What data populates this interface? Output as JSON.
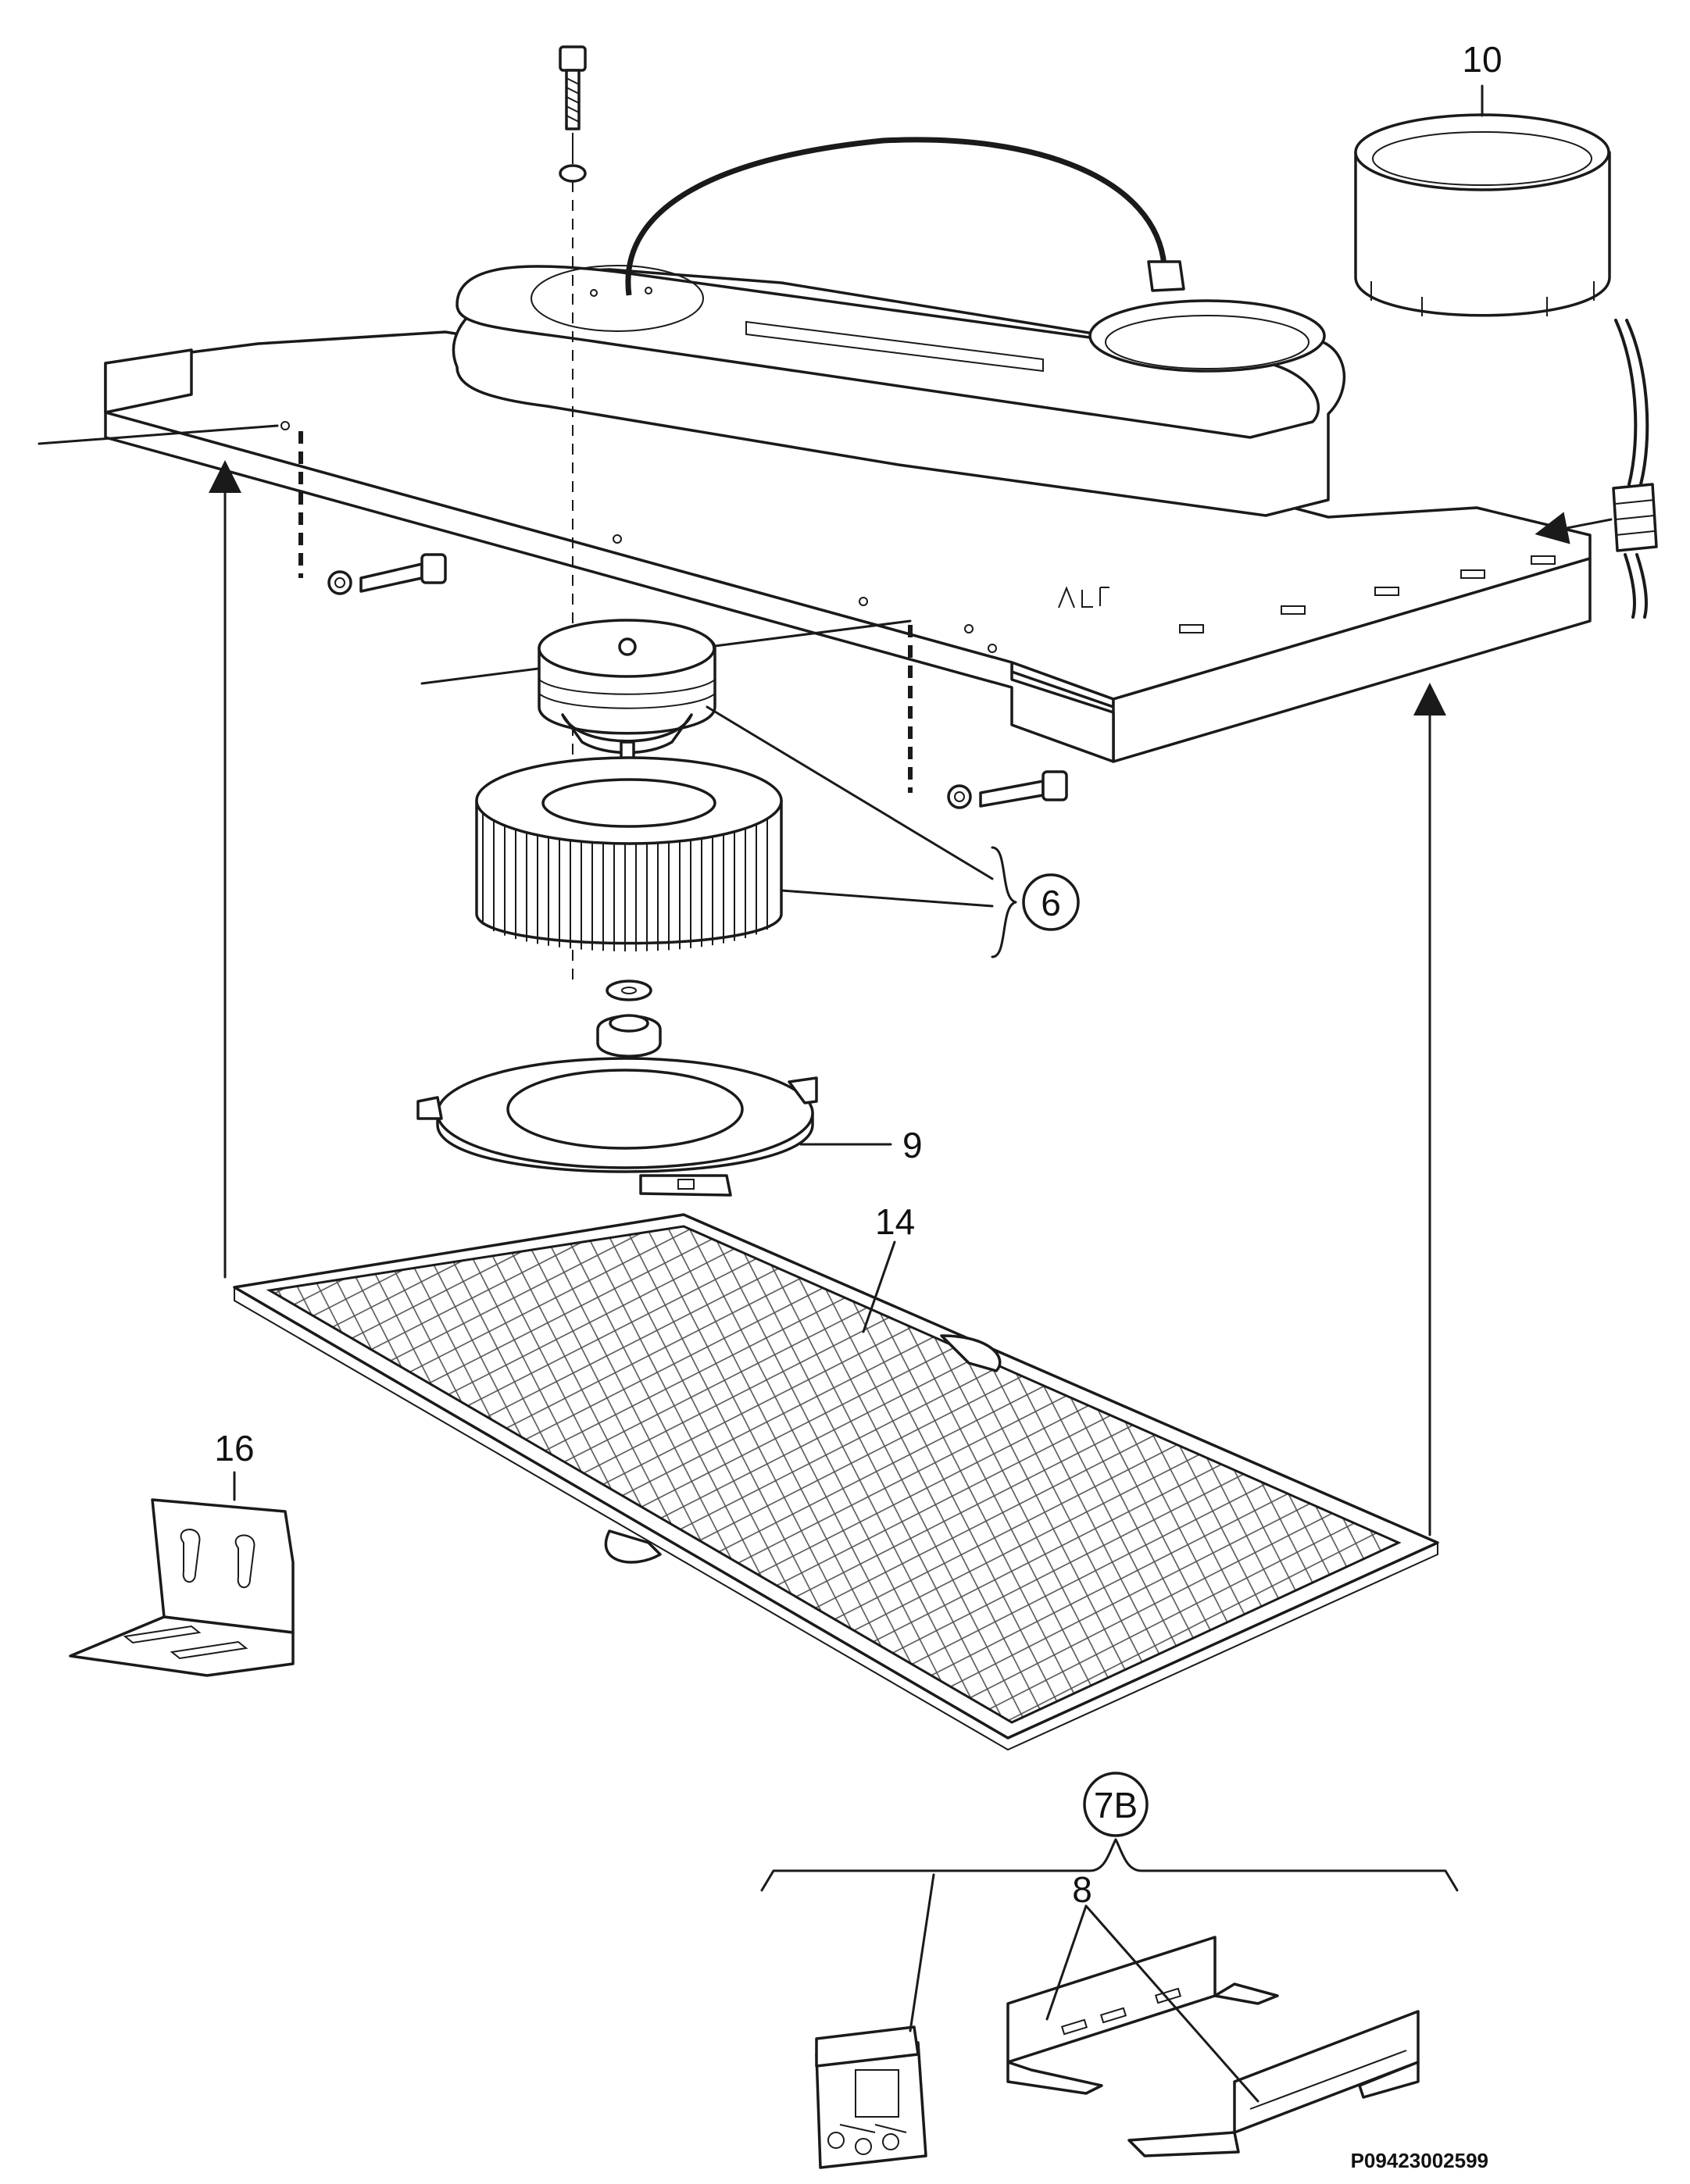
{
  "labels": {
    "part_10": "10",
    "part_6": "6",
    "part_9": "9",
    "part_14": "14",
    "part_16": "16",
    "part_7b": "7B",
    "part_8": "8"
  },
  "drawing_code": "P09423002599",
  "colors": {
    "ink": "#1a1a1a",
    "paper": "#ffffff"
  }
}
